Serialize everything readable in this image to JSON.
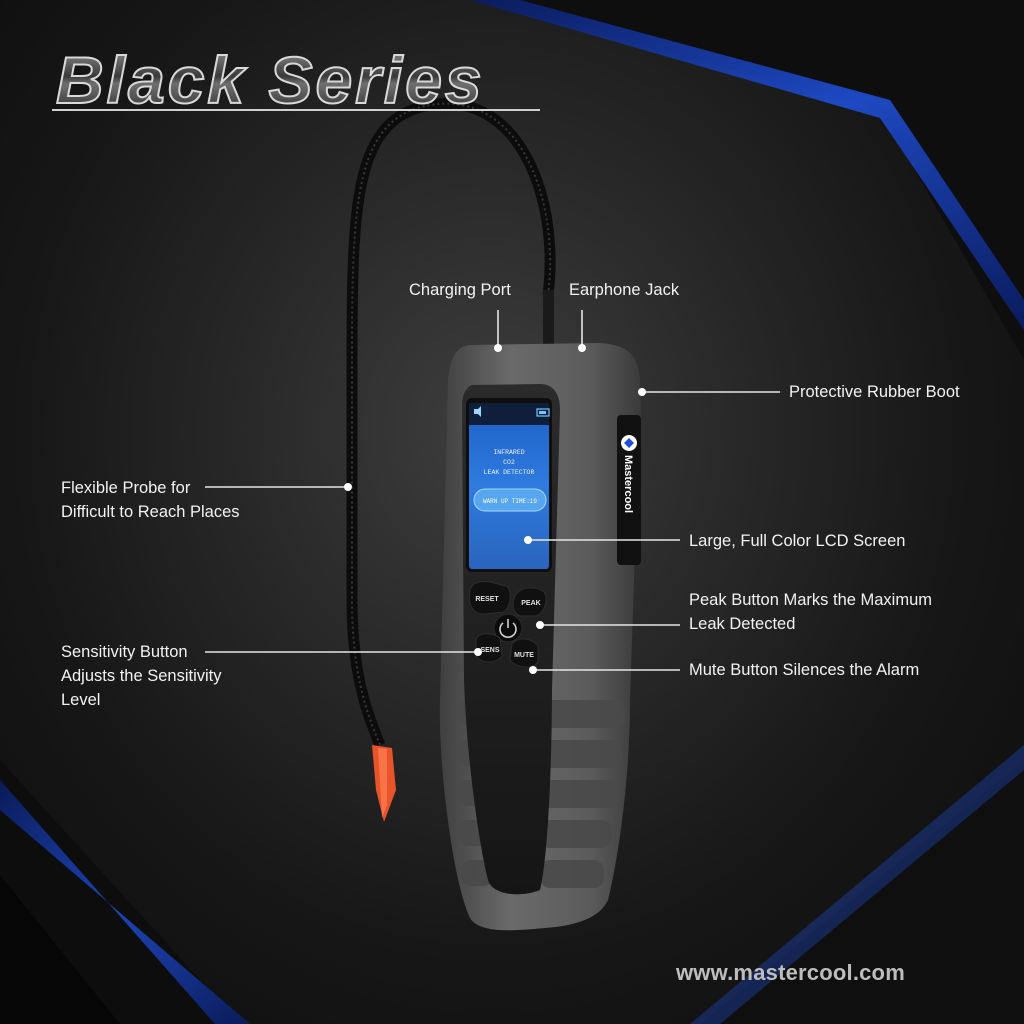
{
  "brand": {
    "title": "Black Series",
    "logo_text": "Mastercool",
    "website": "www.mastercool.com"
  },
  "device_screen": {
    "line1": "INFRARED",
    "line2": "CO2",
    "line3": "LEAK DETECTOR",
    "status": "WARN UP TIME:19"
  },
  "device_buttons": {
    "reset": "RESET",
    "peak": "PEAK",
    "sens": "SENS",
    "mute": "MUTE"
  },
  "callouts": {
    "charging_port": "Charging Port",
    "earphone_jack": "Earphone Jack",
    "rubber_boot": "Protective Rubber Boot",
    "probe_line1": "Flexible Probe for",
    "probe_line2": "Difficult to Reach Places",
    "lcd_screen": "Large, Full Color LCD Screen",
    "peak_line1": "Peak Button Marks the Maximum",
    "peak_line2": "Leak Detected",
    "sens_line1": "Sensitivity Button",
    "sens_line2": "Adjusts the Sensitivity",
    "sens_line3": "Level",
    "mute": "Mute Button Silences the Alarm"
  },
  "colors": {
    "accent_blue": "#1f4fd6",
    "boot_gray": "#5b5b5b",
    "screen_blue": "#2b6fd1",
    "probe_tip": "#e8532a"
  }
}
